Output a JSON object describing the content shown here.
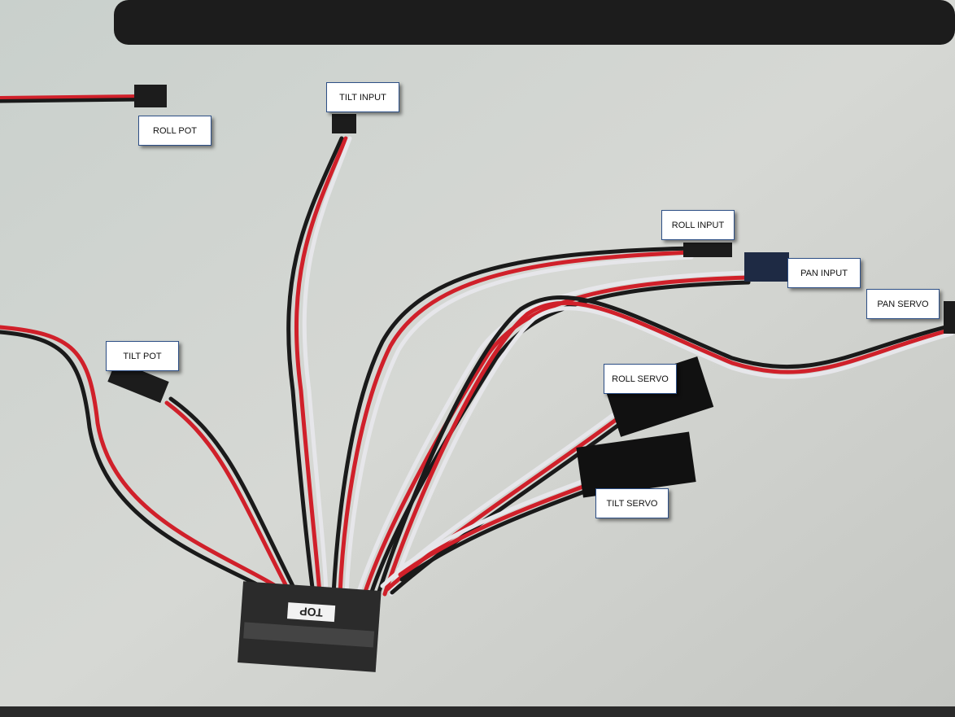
{
  "labels": {
    "roll_pot": "ROLL POT",
    "tilt_input": "TILT INPUT",
    "roll_input": "ROLL INPUT",
    "pan_input": "PAN INPUT",
    "pan_servo": "PAN SERVO",
    "tilt_pot": "TILT  POT",
    "roll_servo": "ROLL SERVO",
    "tilt_servo": "TILT SERVO"
  },
  "connector_text": "TOP",
  "colors": {
    "desk": "#cfd3cf",
    "wire_red": "#d0202a",
    "wire_black": "#1a1a1a",
    "wire_white": "#e6e6ea",
    "label_border": "#2d4f86"
  }
}
